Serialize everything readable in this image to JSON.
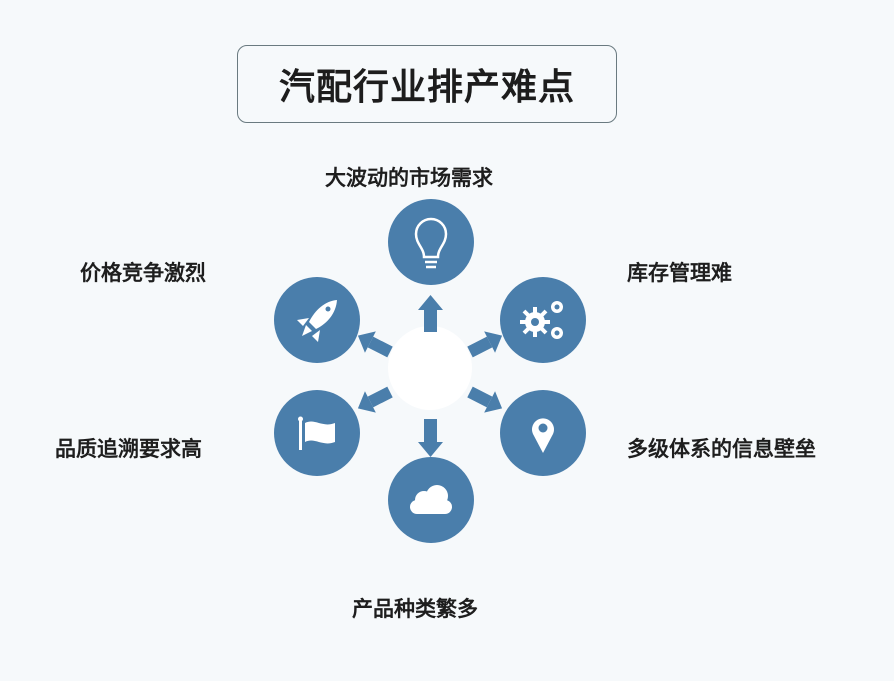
{
  "title": "汽配行业排产难点",
  "colors": {
    "accent": "#4a7eab",
    "background": "#f6f9fb"
  },
  "items": [
    {
      "label": "大波动的市场需求",
      "icon": "lightbulb-icon"
    },
    {
      "label": "库存管理难",
      "icon": "gears-icon"
    },
    {
      "label": "多级体系的信息壁垒",
      "icon": "location-pin-icon"
    },
    {
      "label": "产品种类繁多",
      "icon": "cloud-icon"
    },
    {
      "label": "品质追溯要求高",
      "icon": "flag-icon"
    },
    {
      "label": "价格竞争激烈",
      "icon": "rocket-icon"
    }
  ]
}
